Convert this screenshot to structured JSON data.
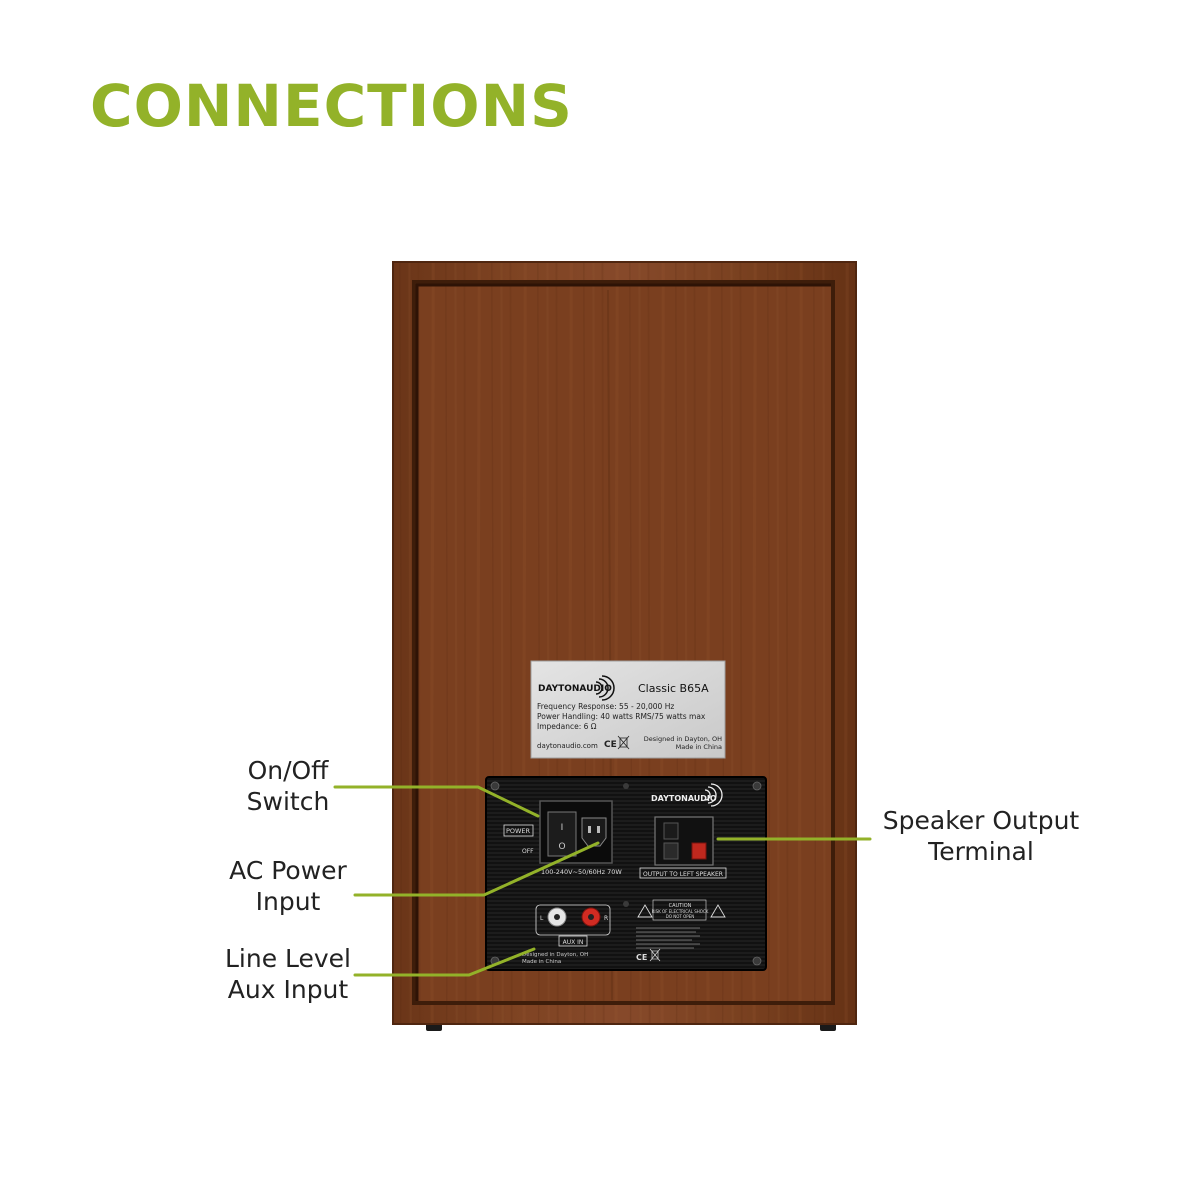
{
  "page": {
    "title": "CONNECTIONS",
    "accent_color": "#93b229"
  },
  "callouts": {
    "on_off_switch": {
      "line1": "On/Off",
      "line2": "Switch"
    },
    "ac_power_input": {
      "line1": "AC Power",
      "line2": "Input"
    },
    "line_level_aux_input": {
      "line1": "Line Level",
      "line2": "Aux Input"
    },
    "speaker_output_terminal": {
      "line1": "Speaker Output",
      "line2": "Terminal"
    }
  },
  "spec_plate": {
    "brand": "DAYTONAUDIO",
    "model": "Classic B65A",
    "frequency_response": "Frequency Response: 55 - 20,000 Hz",
    "power_handling": "Power Handling: 40 watts RMS/75 watts max",
    "impedance": "Impedance: 6 Ω",
    "website": "daytonaudio.com",
    "ce_mark": "CE",
    "designed_in": "Designed in Dayton, OH",
    "made_in": "Made in China"
  },
  "rear_panel": {
    "brand": "DAYTONAUDIO",
    "power_label": "POWER",
    "off_label": "OFF",
    "switch_on_glyph": "I",
    "switch_off_glyph": "O",
    "voltage_rating": "100-240V~50/60Hz 70W",
    "speaker_output_label": "OUTPUT TO LEFT SPEAKER",
    "aux_label": "AUX IN",
    "aux_left": "L",
    "aux_right": "R",
    "caution_title": "CAUTION",
    "caution_line1": "RISK OF ELECTRICAL SHOCK",
    "caution_line2": "DO NOT OPEN",
    "designed_in": "Designed in Dayton, OH",
    "made_in": "Made in China",
    "ce_mark": "CE"
  }
}
